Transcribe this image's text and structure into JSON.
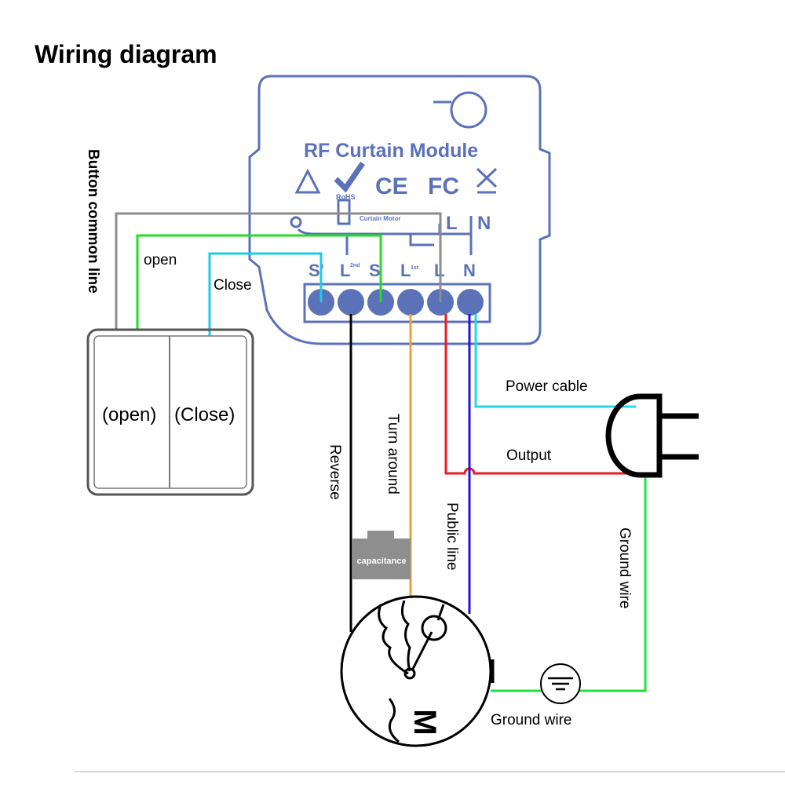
{
  "title": "Wiring diagram",
  "module": {
    "name": "RF Curtain Module",
    "small_label": "Curtain Motor",
    "certifications": [
      "RoHS",
      "CE",
      "FC"
    ],
    "top_terminals": [
      "L",
      "N"
    ],
    "terminals": [
      "S'",
      "L",
      "S",
      "L",
      "L",
      "N"
    ],
    "terminal_superscripts": [
      "2nd",
      "1st"
    ]
  },
  "switch": {
    "left_label": "(open)",
    "right_label": "(Close)"
  },
  "labels": {
    "button_common_line": "Button common line",
    "open": "open",
    "close": "Close",
    "reverse": "Reverse",
    "turn_around": "Turn around",
    "public_line": "Public line",
    "power_cable": "Power cable",
    "output": "Output",
    "ground_wire_vertical": "Ground wire",
    "ground_wire": "Ground wire",
    "capacitance": "capacitance",
    "motor": "M"
  },
  "colors": {
    "module": "#5b72b8",
    "common_line": "#8c8c8c",
    "open_wire": "#22dd22",
    "close_wire": "#22c8e8",
    "reverse_wire": "#000000",
    "turn_around_wire": "#f0a030",
    "output_wire": "#e81c24",
    "public_wire": "#2a10e0",
    "power_wire": "#22d8e8",
    "ground_wire": "#22e040"
  }
}
